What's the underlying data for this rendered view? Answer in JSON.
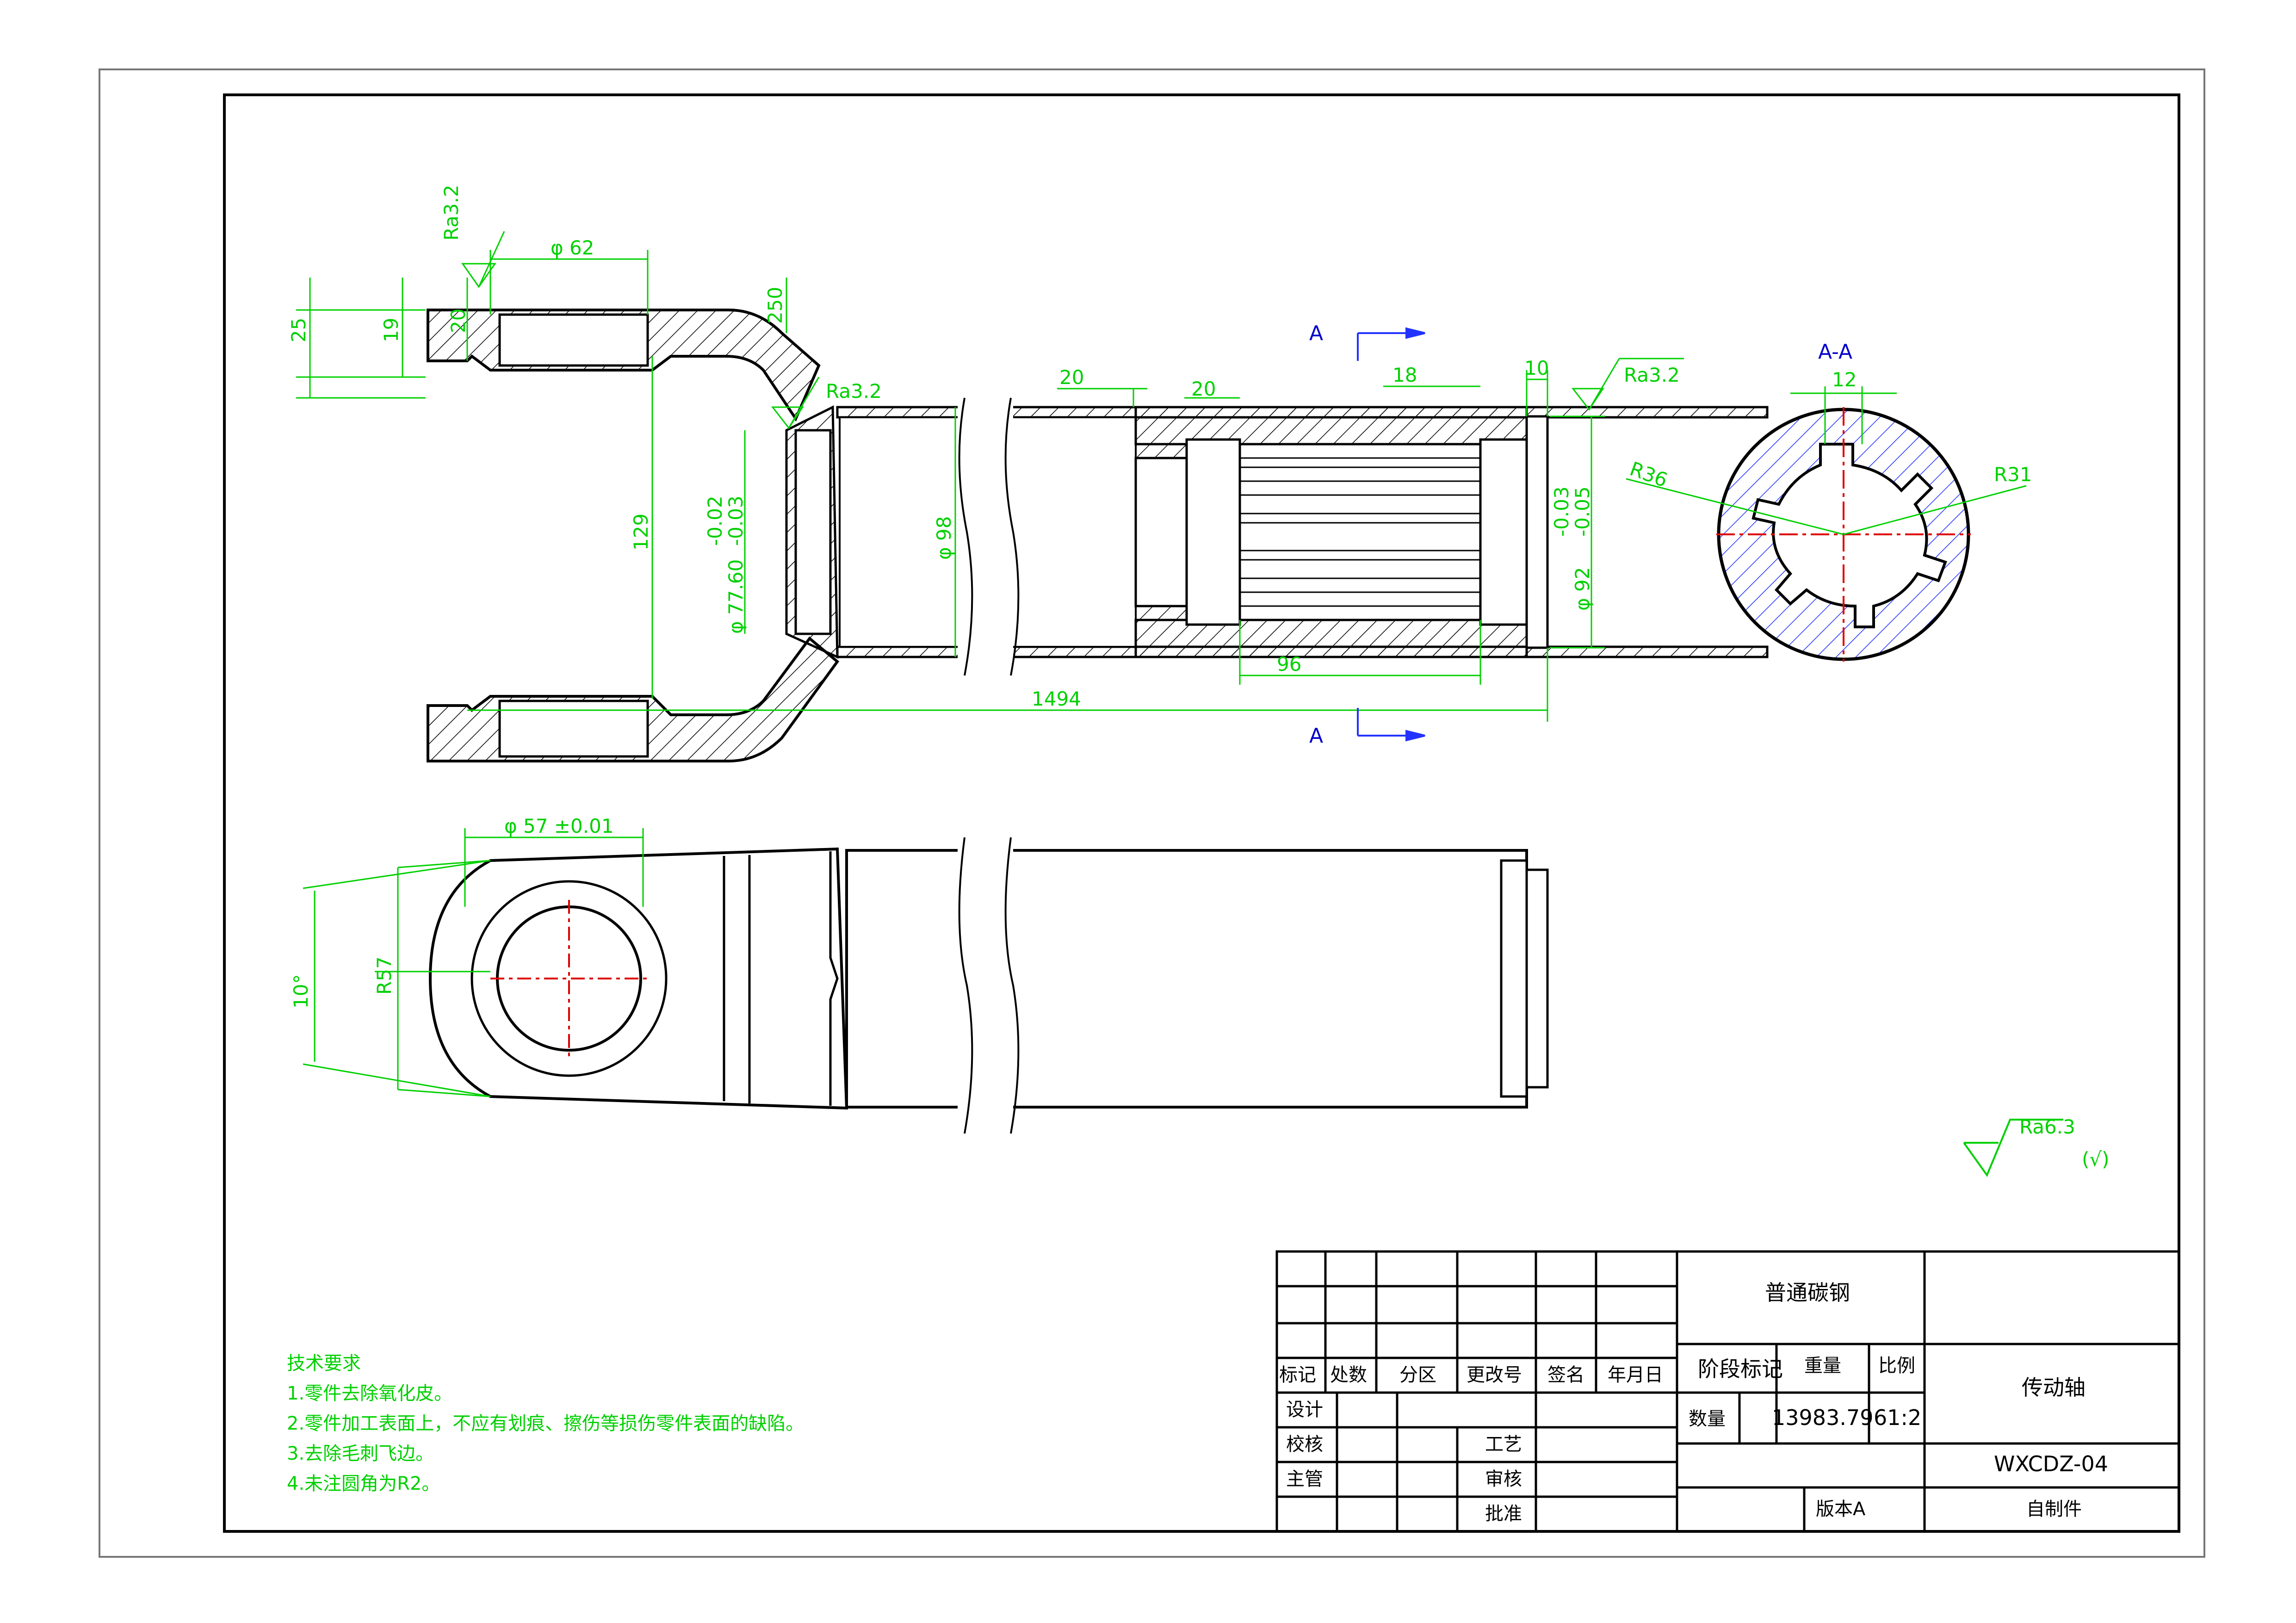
{
  "drawing": {
    "top_view": {
      "dims": {
        "d62": "φ 62",
        "ra32_top": "Ra3.2",
        "d25": "25",
        "d19": "19",
        "d20": "20",
        "d250": "250",
        "ra32_mid": "Ra3.2",
        "d129": "129",
        "d002": "-0.02",
        "d003": "-0.03",
        "d7760": "φ 77.60",
        "d98": "φ 98",
        "len20a": "20",
        "len20b": "20",
        "len18": "18",
        "len10": "10",
        "ra32_right": "Ra3.2",
        "t003": "-0.03",
        "t005": "-0.05",
        "d92": "φ 92",
        "d96": "96",
        "d1494": "1494"
      },
      "section_arrow_top": "A",
      "section_arrow_bottom": "A"
    },
    "section": {
      "title": "A-A",
      "width": "12",
      "r36": "R36",
      "r31": "R31"
    },
    "side_view": {
      "d57": "φ 57 ±0.01",
      "r57": "R57",
      "angle": "10°"
    },
    "surface_finish": {
      "value": "Ra6.3",
      "note": "(√)"
    }
  },
  "notes": {
    "title": "技术要求",
    "items": [
      "1.零件去除氧化皮。",
      "2.零件加工表面上，不应有划痕、擦伤等损伤零件表面的缺陷。",
      "3.去除毛刺飞边。",
      "4.未注圆角为R2。"
    ]
  },
  "title_block": {
    "material": "普通碳钢",
    "headers": [
      "标记",
      "处数",
      "分区",
      "更改号",
      "签名",
      "年月日"
    ],
    "roles": [
      "设计",
      "校核",
      "主管"
    ],
    "roles2": [
      "工艺",
      "审核",
      "批准"
    ],
    "stage_mark": "阶段标记",
    "weight": "重量",
    "scale": "比例",
    "quantity": "数量",
    "weight_value": "13983.79",
    "scale_value": "61:2",
    "part_name": "传动轴",
    "drawing_number": "WXCDZ-04",
    "version": "版本A",
    "source": "自制件"
  }
}
